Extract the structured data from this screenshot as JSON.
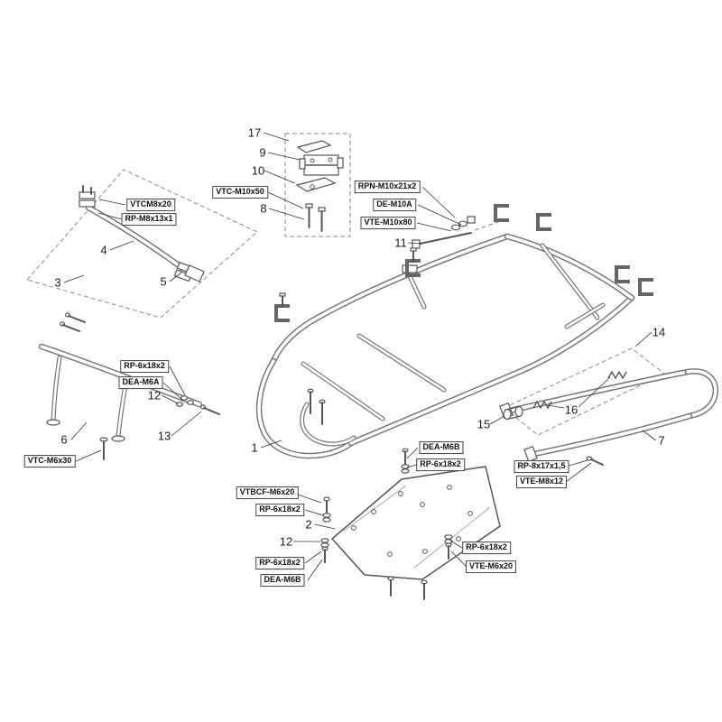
{
  "callouts": {
    "c1": "1",
    "c2": "2",
    "c3": "3",
    "c4": "4",
    "c5": "5",
    "c6": "6",
    "c7": "7",
    "c8": "8",
    "c9": "9",
    "c10": "10",
    "c11": "11",
    "c12": "12",
    "c13": "13",
    "c14": "14",
    "c15": "15",
    "c16": "16",
    "c17": "17"
  },
  "part_labels": {
    "vtcm8x20": "VTCM8x20",
    "rp_m8x13x1": "RP-M8x13x1",
    "vtc_m10x50": "VTC-M10x50",
    "rpn_m10x21x2": "RPN-M10x21x2",
    "de_m10a": "DE-M10A",
    "vte_m10x80": "VTE-M10x80",
    "rp_6x18x2": "RP-6x18x2",
    "dea_m6a": "DEA-M6A",
    "vtc_m6x30": "VTC-M6x30",
    "dea_m6b": "DEA-M6B",
    "vtbcf_m6x20": "VTBCF-M6x20",
    "rp_8x17x1_5": "RP-8x17x1,5",
    "vte_m8x12": "VTE-M8x12",
    "vte_m6x20": "VTE-M6x20"
  }
}
